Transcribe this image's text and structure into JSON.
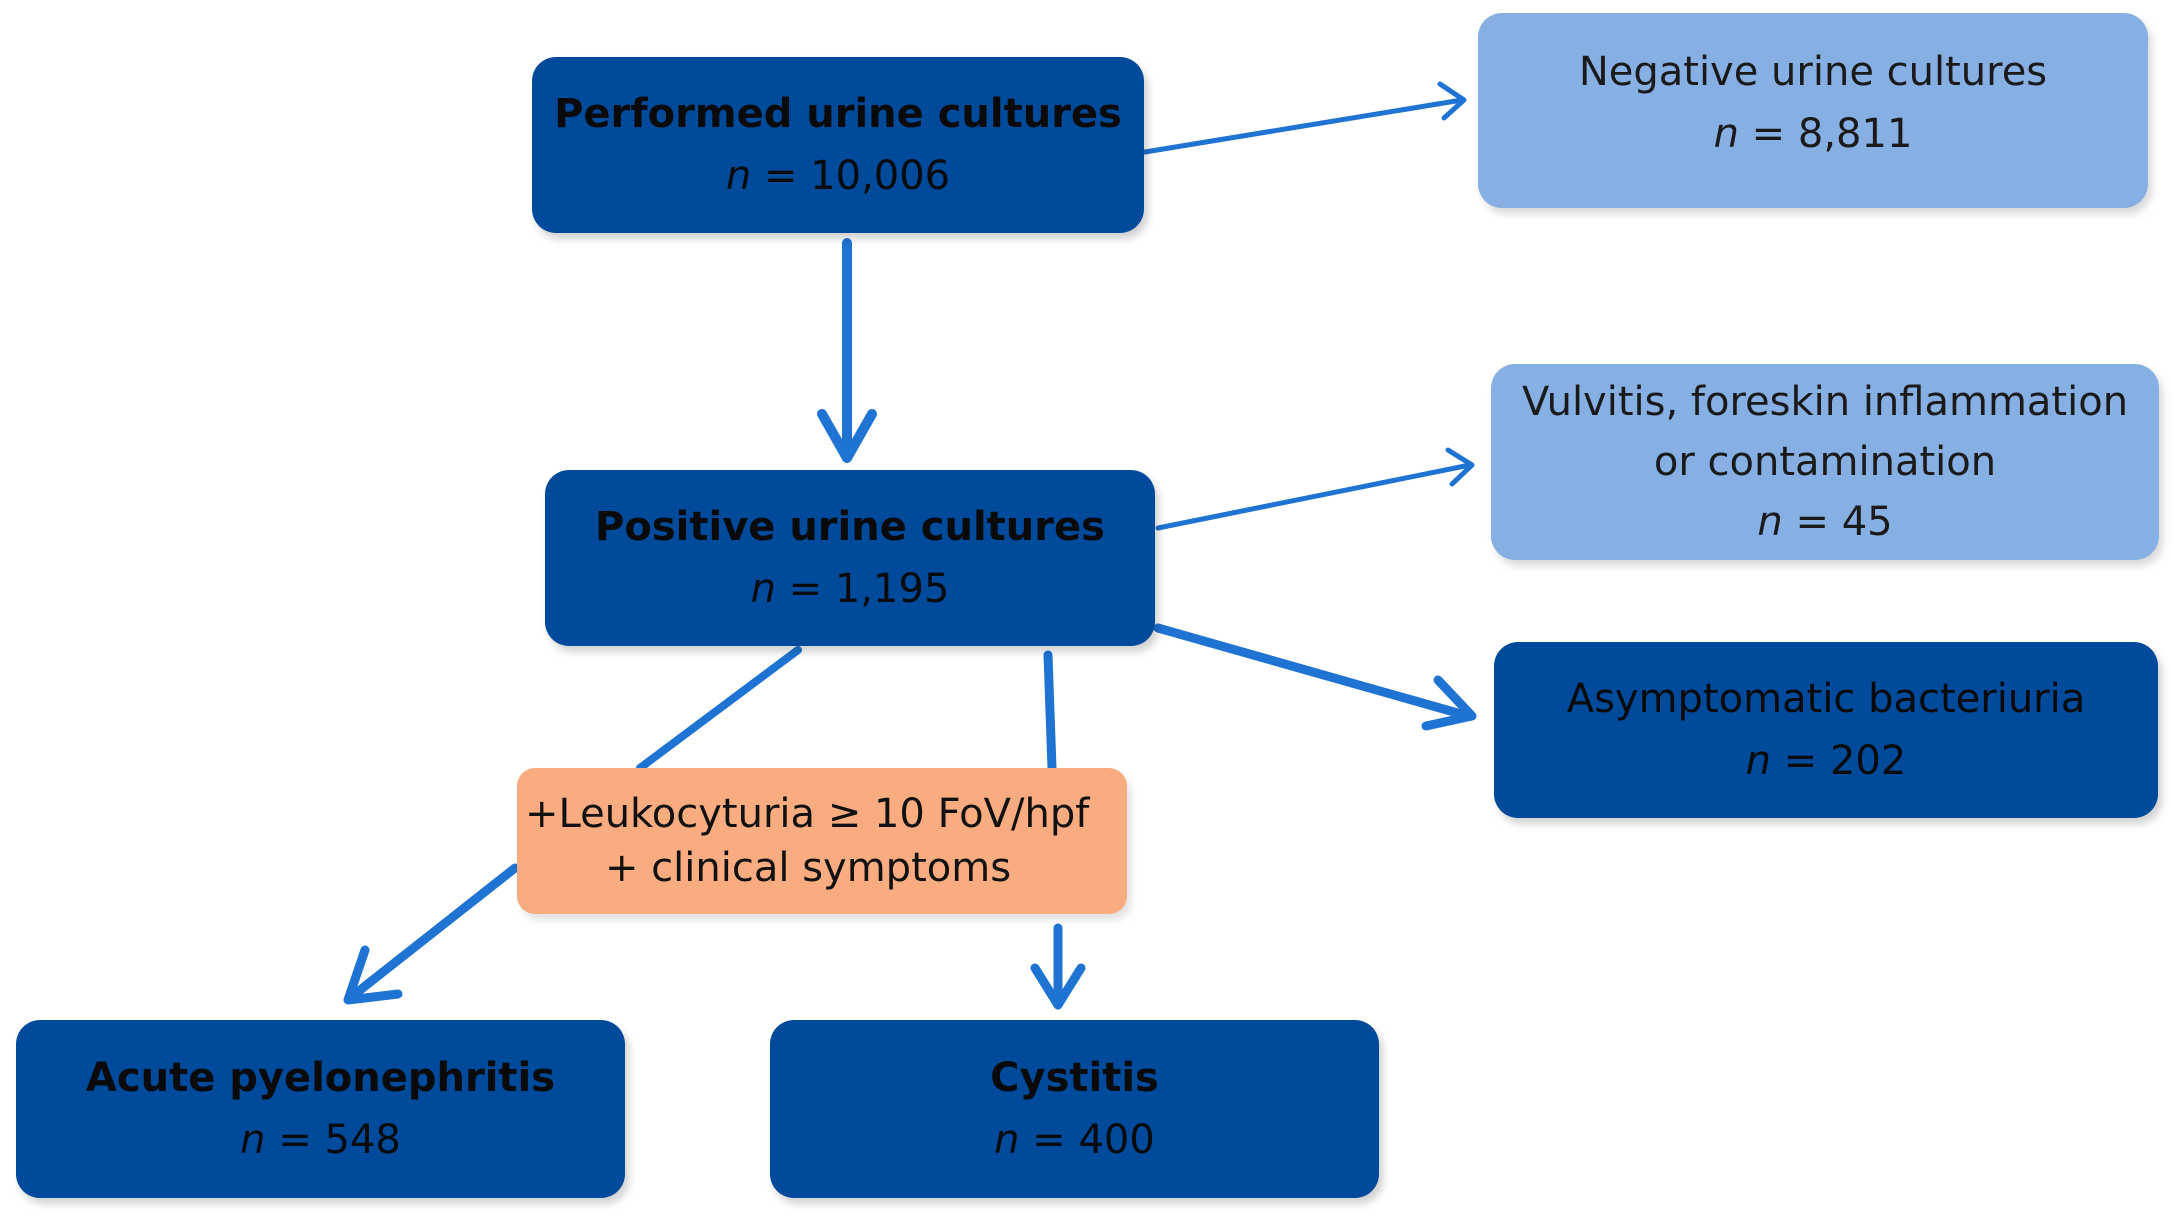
{
  "colors": {
    "dark_box": "#004a9c",
    "light_box": "#86afe3",
    "criteria_box": "#f9ac80",
    "arrow": "#1f73d2"
  },
  "nodes": {
    "performed": {
      "title": "Performed urine cultures",
      "n_label": "n",
      "n_value": "= 10,006"
    },
    "negative": {
      "title": "Negative urine cultures",
      "n_label": "n",
      "n_value": "= 8,811"
    },
    "positive": {
      "title": "Positive urine cultures",
      "n_label": "n",
      "n_value": "= 1,195"
    },
    "excluded": {
      "title_line1": "Vulvitis, foreskin inflammation",
      "title_line2": "or contamination",
      "n_label": "n",
      "n_value": "= 45"
    },
    "asymptomatic": {
      "title": "Asymptomatic bacteriuria",
      "n_label": "n",
      "n_value": "= 202"
    },
    "criteria": {
      "line1": "+Leukocyturia ≥ 10 FoV/hpf",
      "line2": "+ clinical symptoms"
    },
    "pyelonephritis": {
      "title": "Acute pyelonephritis",
      "n_label": "n",
      "n_value": "= 548"
    },
    "cystitis": {
      "title": "Cystitis",
      "n_label": "n",
      "n_value": "= 400"
    }
  }
}
